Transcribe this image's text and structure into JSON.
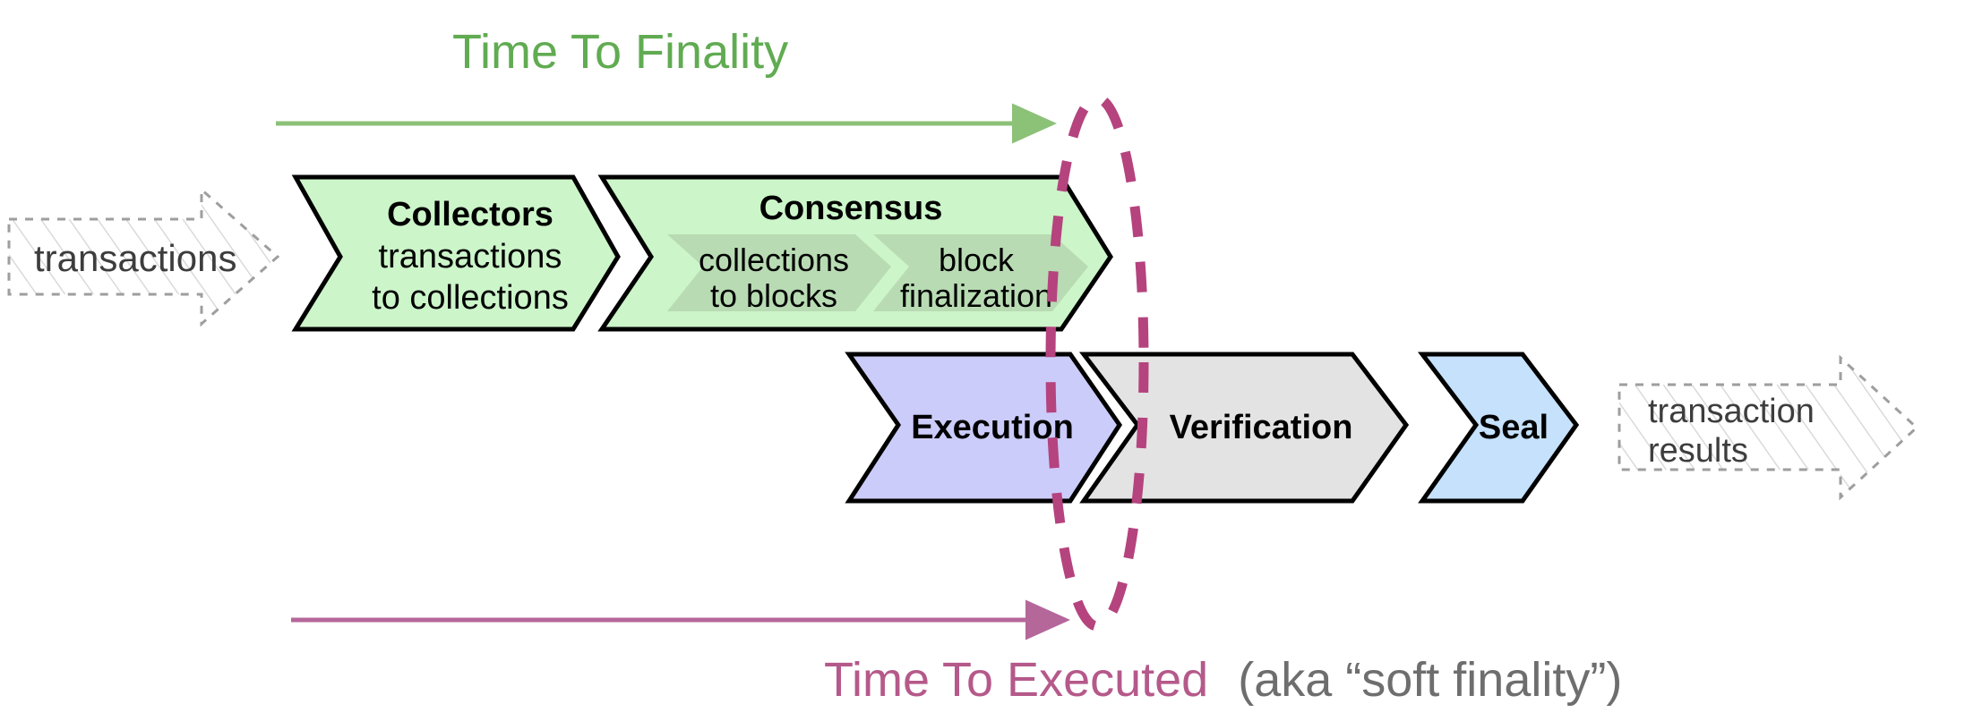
{
  "diagram": {
    "title_top": "Time To Finality",
    "title_bottom_main": "Time To Executed",
    "title_bottom_note": "(aka “soft finality”)",
    "colors": {
      "green_accent": "#61ab52",
      "pink_accent": "#b5598a",
      "gray_note": "#6e6e6e",
      "collectors_fill": "#ccf5c9",
      "consensus_fill": "#ccf5c9",
      "consensus_inner_fill": "#b8dbb3",
      "execution_fill": "#ccccfb",
      "verification_fill": "#e3e3e3",
      "seal_fill": "#c5e1fb",
      "hatch_stroke": "#9e9e9e",
      "outline": "#000000"
    }
  },
  "inputs": {
    "left_arrow_label": "transactions"
  },
  "outputs": {
    "right_arrow_label_line1": "transaction",
    "right_arrow_label_line2": "results"
  },
  "top_row": {
    "stages": [
      {
        "name": "collectors",
        "title": "Collectors",
        "sub_line1": "transactions",
        "sub_line2": "to collections"
      },
      {
        "name": "consensus",
        "title": "Consensus",
        "inner": [
          {
            "name": "collections-to-blocks",
            "line1": "collections",
            "line2": "to blocks"
          },
          {
            "name": "block-finalization",
            "line1": "block",
            "line2": "finalization"
          }
        ]
      }
    ]
  },
  "bottom_row": {
    "stages": [
      {
        "name": "execution",
        "title": "Execution"
      },
      {
        "name": "verification",
        "title": "Verification"
      },
      {
        "name": "seal",
        "title": "Seal"
      }
    ]
  },
  "annotations": {
    "finality_marker": "dashed-ellipse",
    "top_measure_arrow": "time-to-finality-arrow",
    "bottom_measure_arrow": "time-to-executed-arrow"
  }
}
